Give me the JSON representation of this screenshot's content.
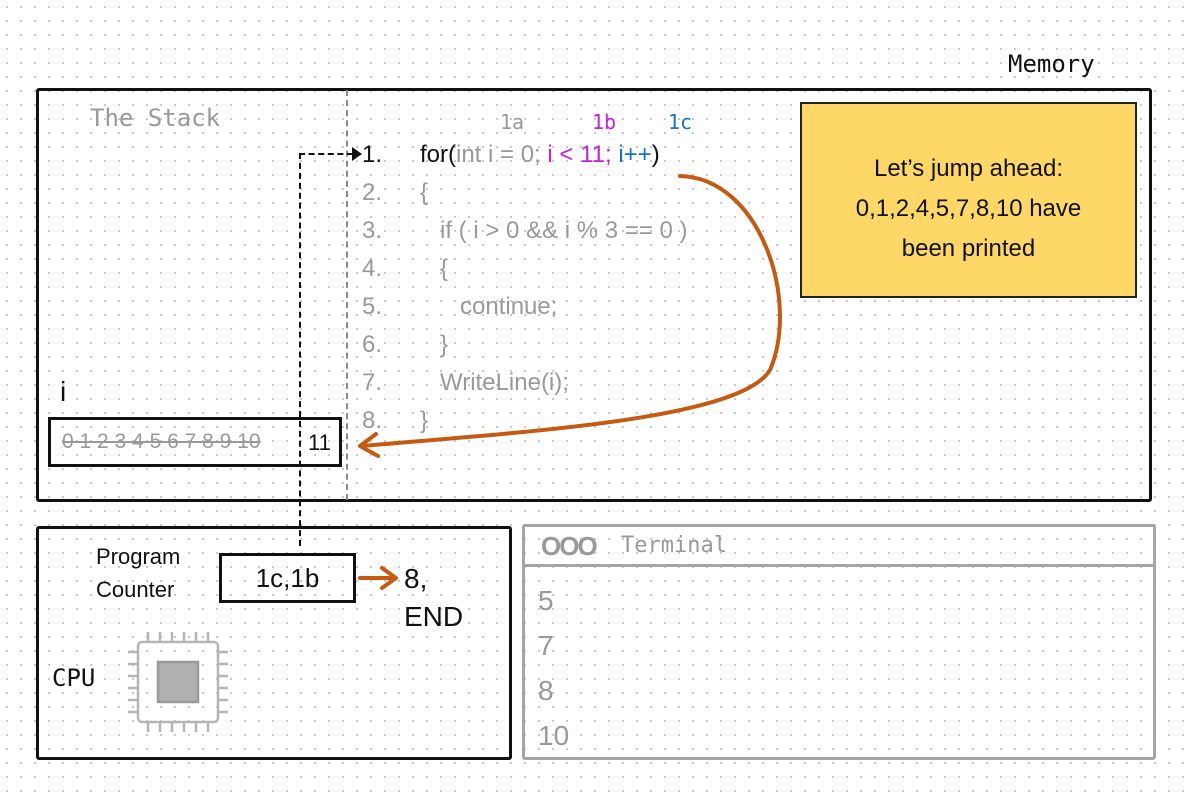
{
  "memory": {
    "label": "Memory",
    "stack_label": "The Stack"
  },
  "code": {
    "part_labels": [
      "1a",
      "1b",
      "1c"
    ],
    "lines": [
      {
        "num": "1.",
        "text": ""
      },
      {
        "num": "2.",
        "text": "{"
      },
      {
        "num": "3.",
        "text": "   if ( i > 0 && i % 3 == 0 )"
      },
      {
        "num": "4.",
        "text": "   {"
      },
      {
        "num": "5.",
        "text": "      continue;"
      },
      {
        "num": "6.",
        "text": "   }"
      },
      {
        "num": "7.",
        "text": "   WriteLine(i);"
      },
      {
        "num": "8.",
        "text": "}"
      }
    ],
    "line1": {
      "prefix": "for(",
      "init": "int i = 0;",
      "cond": " i < 11;",
      "incr": " i++",
      "suffix": ")"
    }
  },
  "note": {
    "line1": "Let’s jump ahead:",
    "line2": "0,1,2,4,5,7,8,10 have",
    "line3": "been printed"
  },
  "variable": {
    "name": "i",
    "history": "0 1 2 3 4 5 6 7 8 9 10",
    "current": "11"
  },
  "cpu": {
    "label": "CPU",
    "pc_label_1": "Program",
    "pc_label_2": "Counter",
    "pc_value": "1c,1b",
    "next_1": "8,",
    "next_2": "END"
  },
  "terminal": {
    "title": "Terminal",
    "dots": "OOO",
    "output": [
      "5",
      "7",
      "8",
      "10"
    ]
  },
  "colors": {
    "note": "#fdd866",
    "arrow": "#c55a11",
    "condition": "#c21ee0",
    "increment": "#1273c8"
  }
}
